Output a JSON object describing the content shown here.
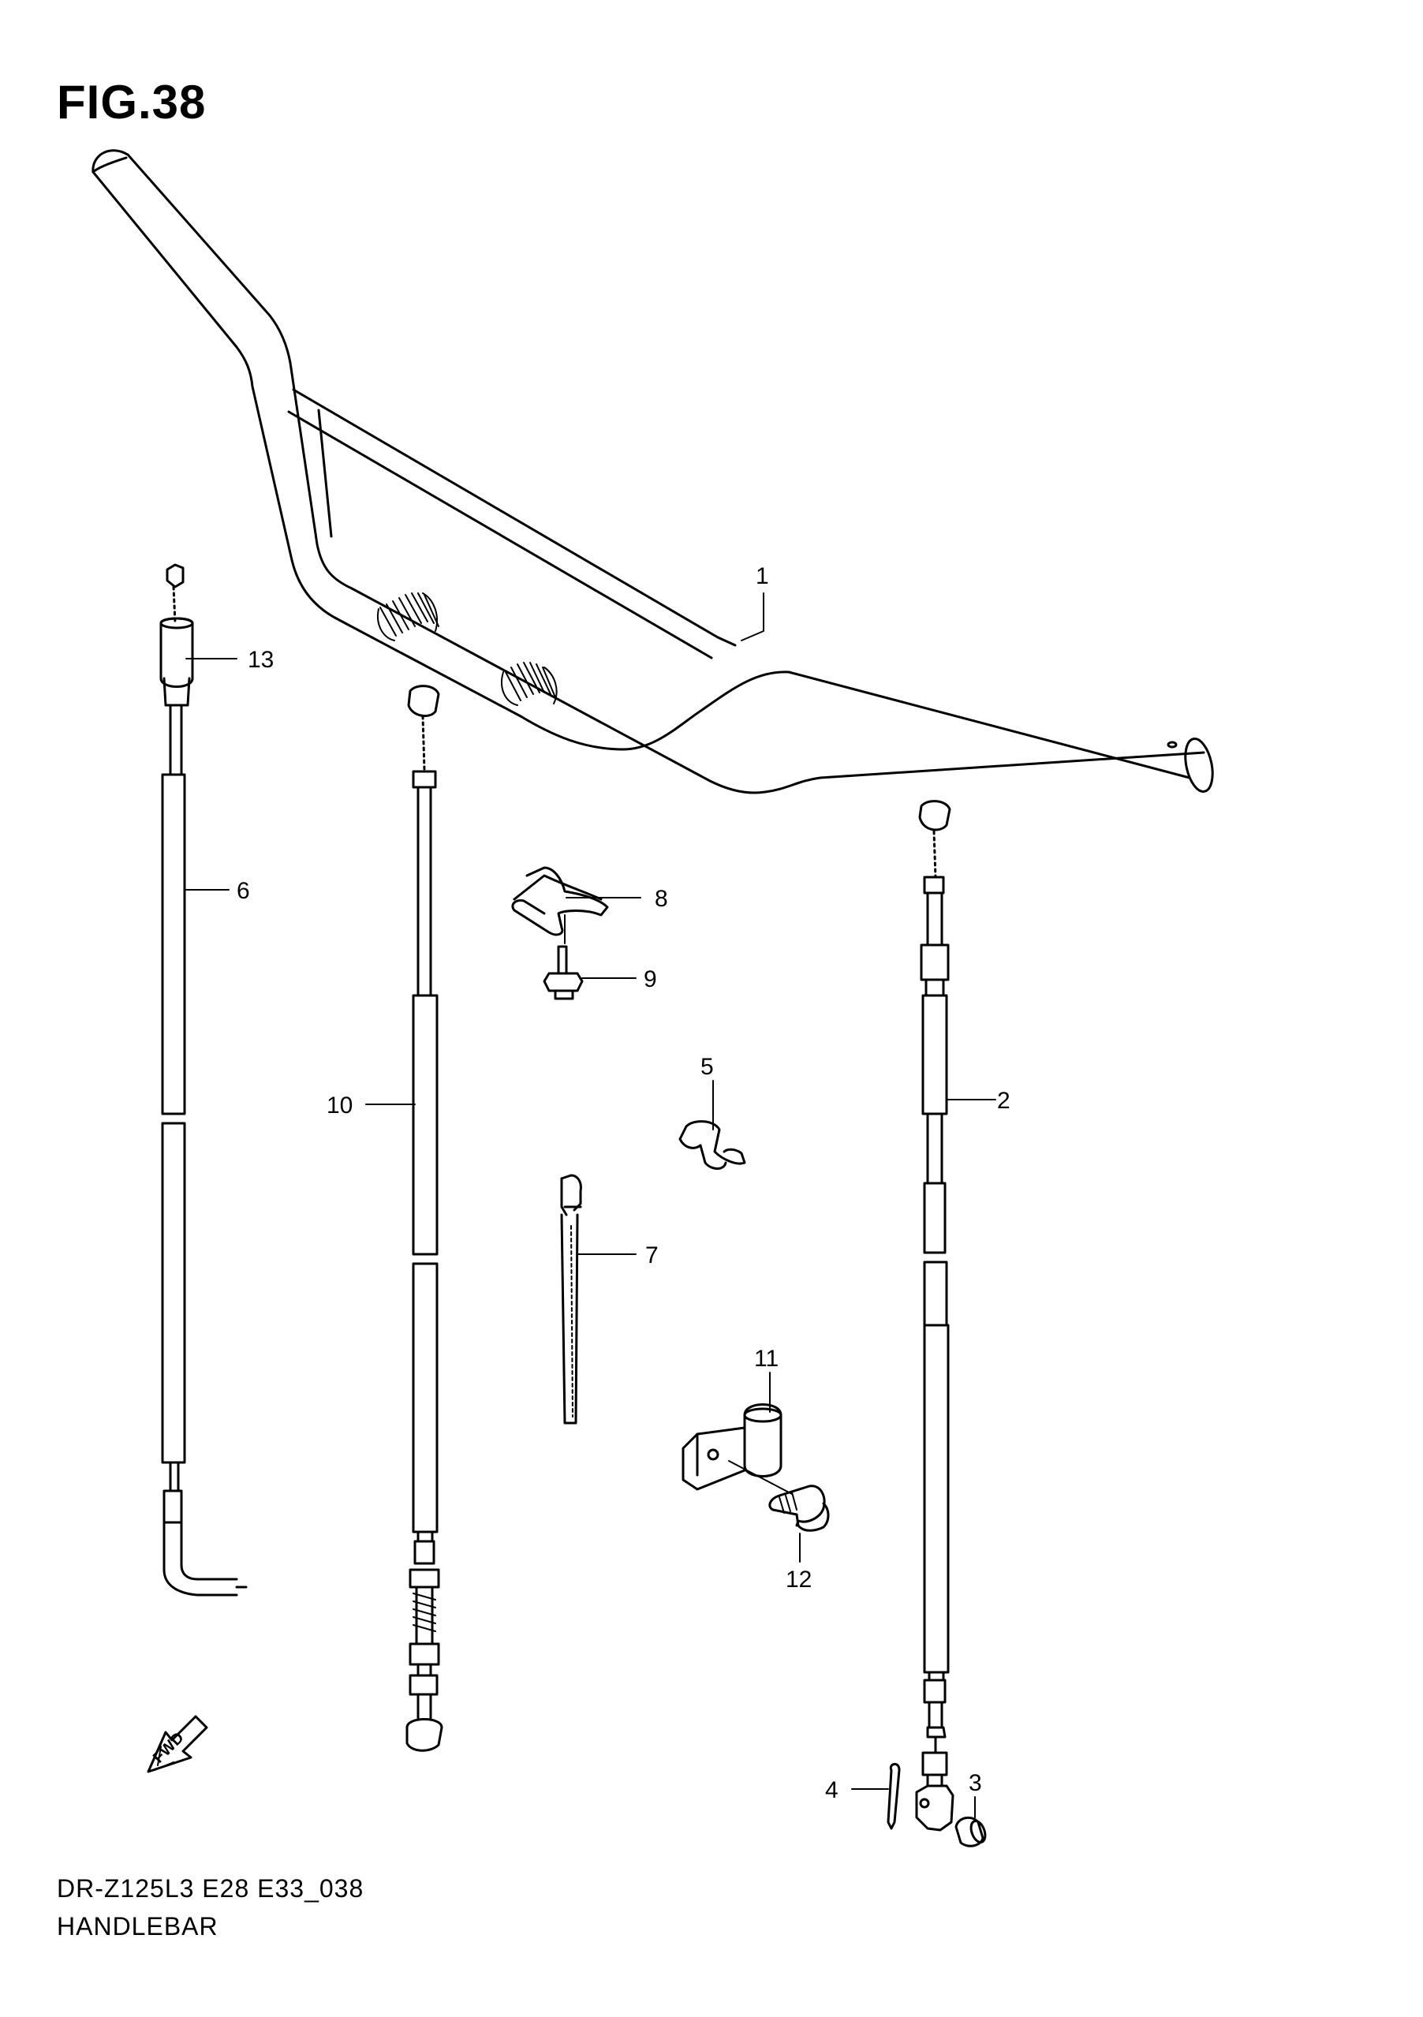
{
  "figure": {
    "title": "FIG.38",
    "model_code": "DR-Z125L3  E28  E33_038",
    "name": "HANDLEBAR"
  },
  "fwd_label": "FWD",
  "callouts": [
    "1",
    "2",
    "3",
    "4",
    "5",
    "6",
    "7",
    "8",
    "9",
    "10",
    "11",
    "12",
    "13"
  ],
  "colors": {
    "ink": "#000000",
    "paper": "#ffffff"
  }
}
